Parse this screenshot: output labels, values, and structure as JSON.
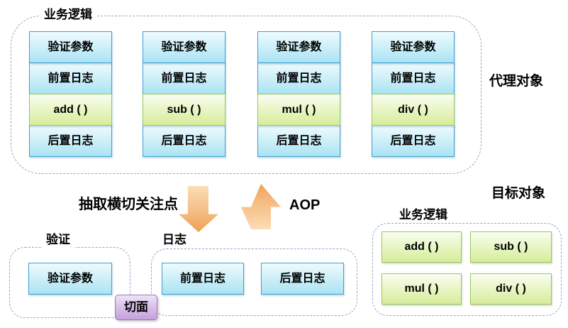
{
  "diagram": {
    "proxy": {
      "group_label": "业务逻辑",
      "side_label": "代理对象",
      "columns": [
        {
          "cells": [
            "验证参数",
            "前置日志",
            "add (  )",
            "后置日志"
          ]
        },
        {
          "cells": [
            "验证参数",
            "前置日志",
            "sub (  )",
            "后置日志"
          ]
        },
        {
          "cells": [
            "验证参数",
            "前置日志",
            "mul (  )",
            "后置日志"
          ]
        },
        {
          "cells": [
            "验证参数",
            "前置日志",
            "div (  )",
            "后置日志"
          ]
        }
      ]
    },
    "transform": {
      "extract_label": "抽取横切关注点",
      "aop_label": "AOP",
      "down_arrow_icon": "arrow-down",
      "up_arrow_icon": "arrow-up"
    },
    "aspects": {
      "validation": {
        "group_label": "验证",
        "boxes": [
          "验证参数"
        ]
      },
      "logging": {
        "group_label": "日志",
        "boxes": [
          "前置日志",
          "后置日志"
        ]
      },
      "aspect_badge": "切面"
    },
    "target": {
      "side_label": "目标对象",
      "group_label": "业务逻辑",
      "methods": [
        "add (  )",
        "sub (  )",
        "mul (  )",
        "div (  )"
      ]
    },
    "colors": {
      "box_blue_top": "#eefbfe",
      "box_blue_bottom": "#aae3f4",
      "box_blue_border": "#3f9fd1",
      "box_green_top": "#fafef2",
      "box_green_bottom": "#d6ed9a",
      "box_green_border": "#9cc45e",
      "arrow_orange_light": "#fbddb6",
      "arrow_orange_dark": "#eea055",
      "aspect_purple_top": "#eee3f6",
      "aspect_purple_bottom": "#c4a0dc",
      "aspect_purple_border": "#9b78b6",
      "dashed_border": "#8fa8c8",
      "text": "#000000",
      "background": "#ffffff"
    }
  }
}
